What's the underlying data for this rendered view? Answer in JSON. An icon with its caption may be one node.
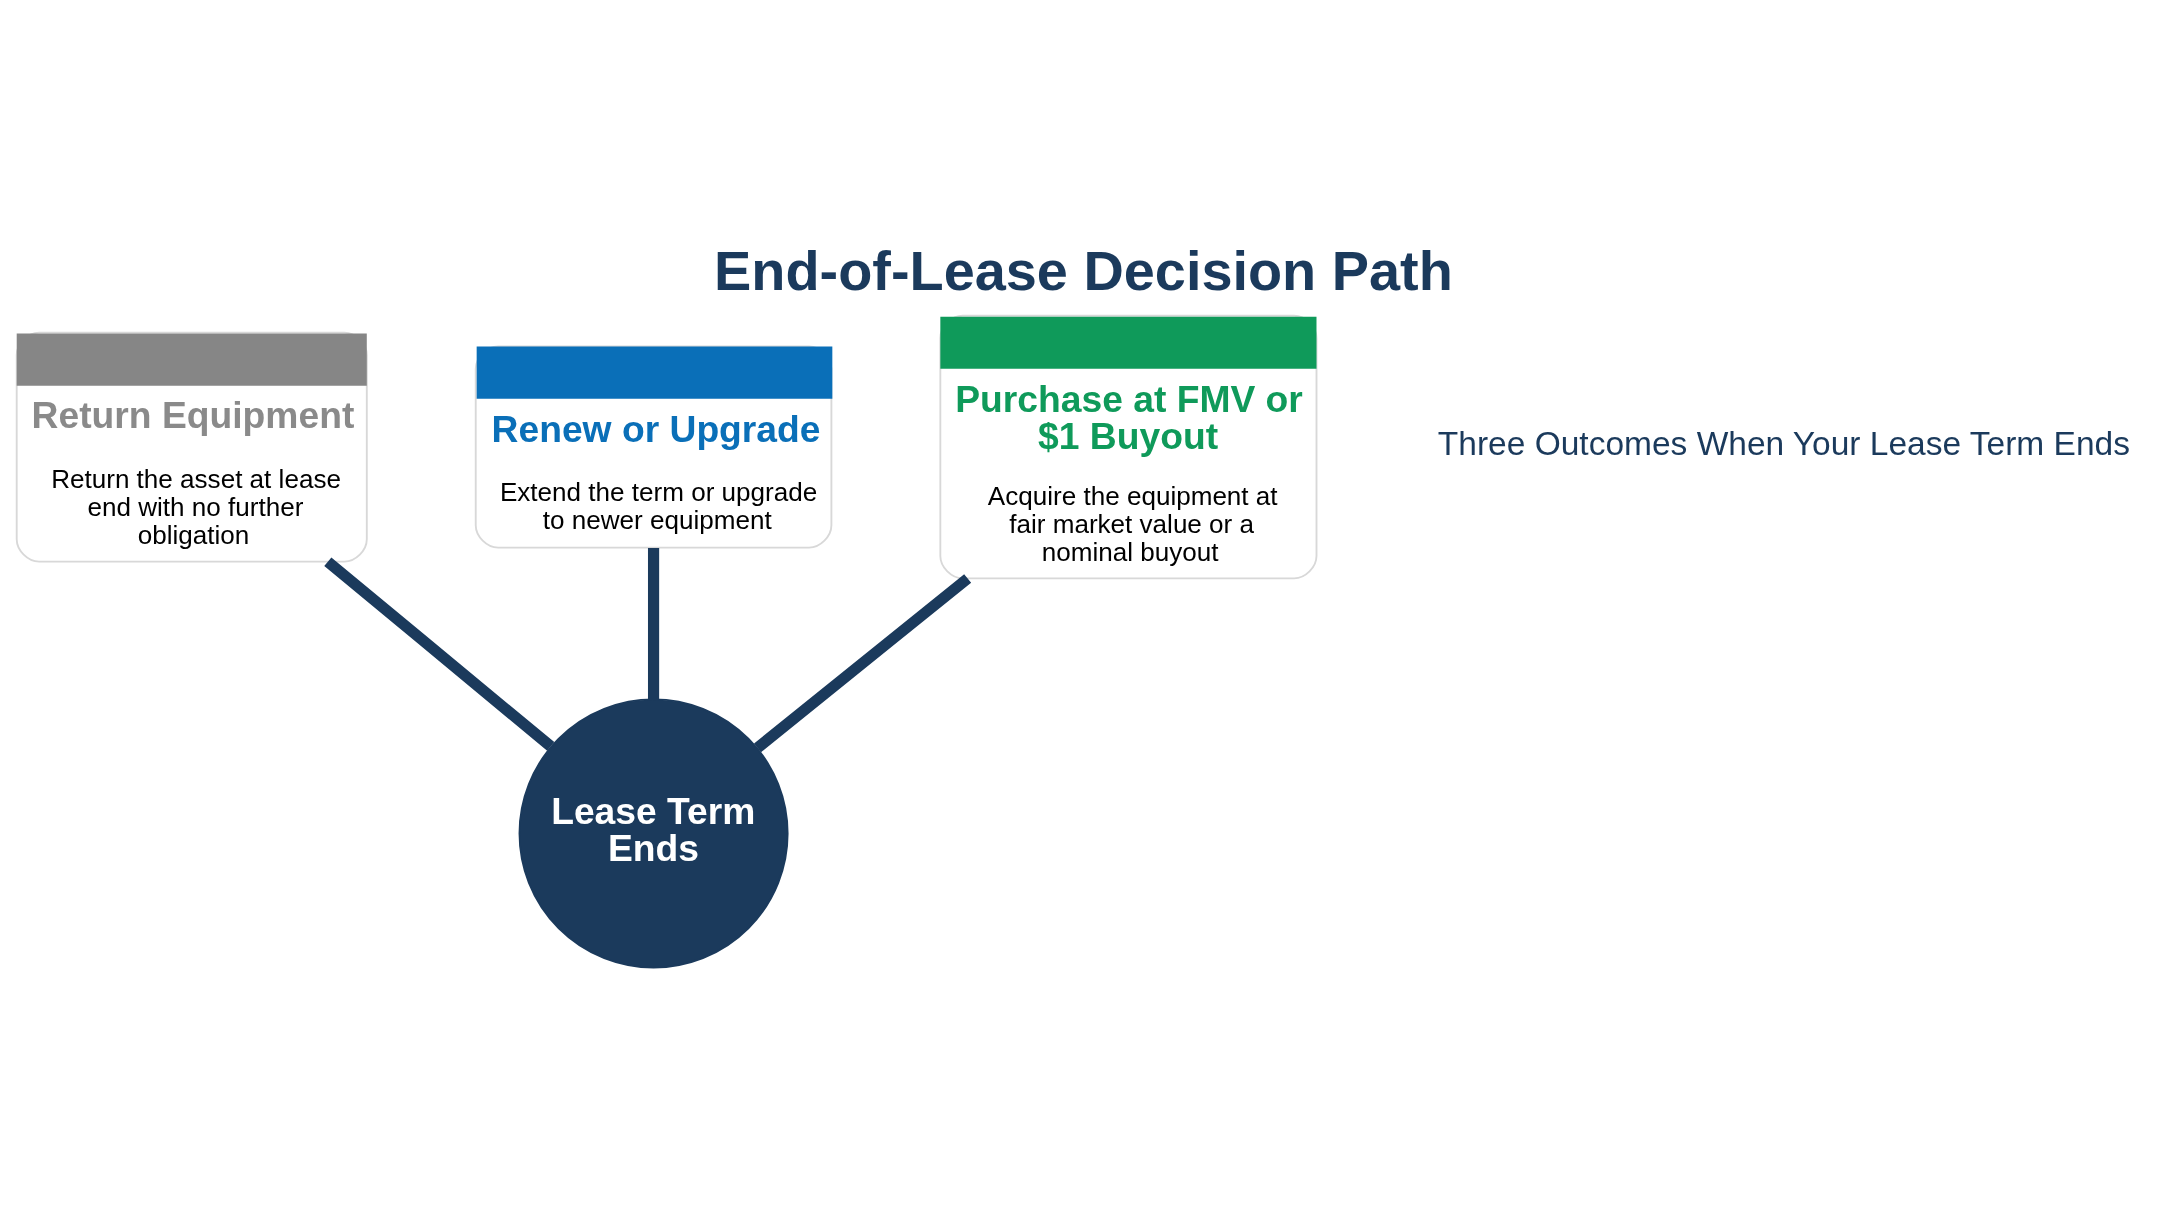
{
  "diagram": {
    "title": "End-of-Lease Decision Path",
    "nodes": [
      {
        "text": [
          "Return Equipment",
          "Return the asset at lease end with no further obligation"
        ]
      },
      {
        "text": [
          "Renew or Upgrade",
          "Extend the term or upgrade to newer equipment"
        ]
      },
      {
        "text": [
          "Purchase at FMV or $1 Buyout",
          "Acquire the equipment at fair market value or a nominal buyout"
        ]
      },
      {
        "text": [
          "Lease Term Ends"
        ]
      }
    ],
    "edges": [
      {
        "from": 0,
        "to": 3,
        "arrow": "none"
      },
      {
        "from": 1,
        "to": 3,
        "arrow": "none"
      },
      {
        "from": 2,
        "to": 3,
        "arrow": "none"
      }
    ],
    "labels": [
      "Three Outcomes When Your Lease Term Ends"
    ]
  }
}
